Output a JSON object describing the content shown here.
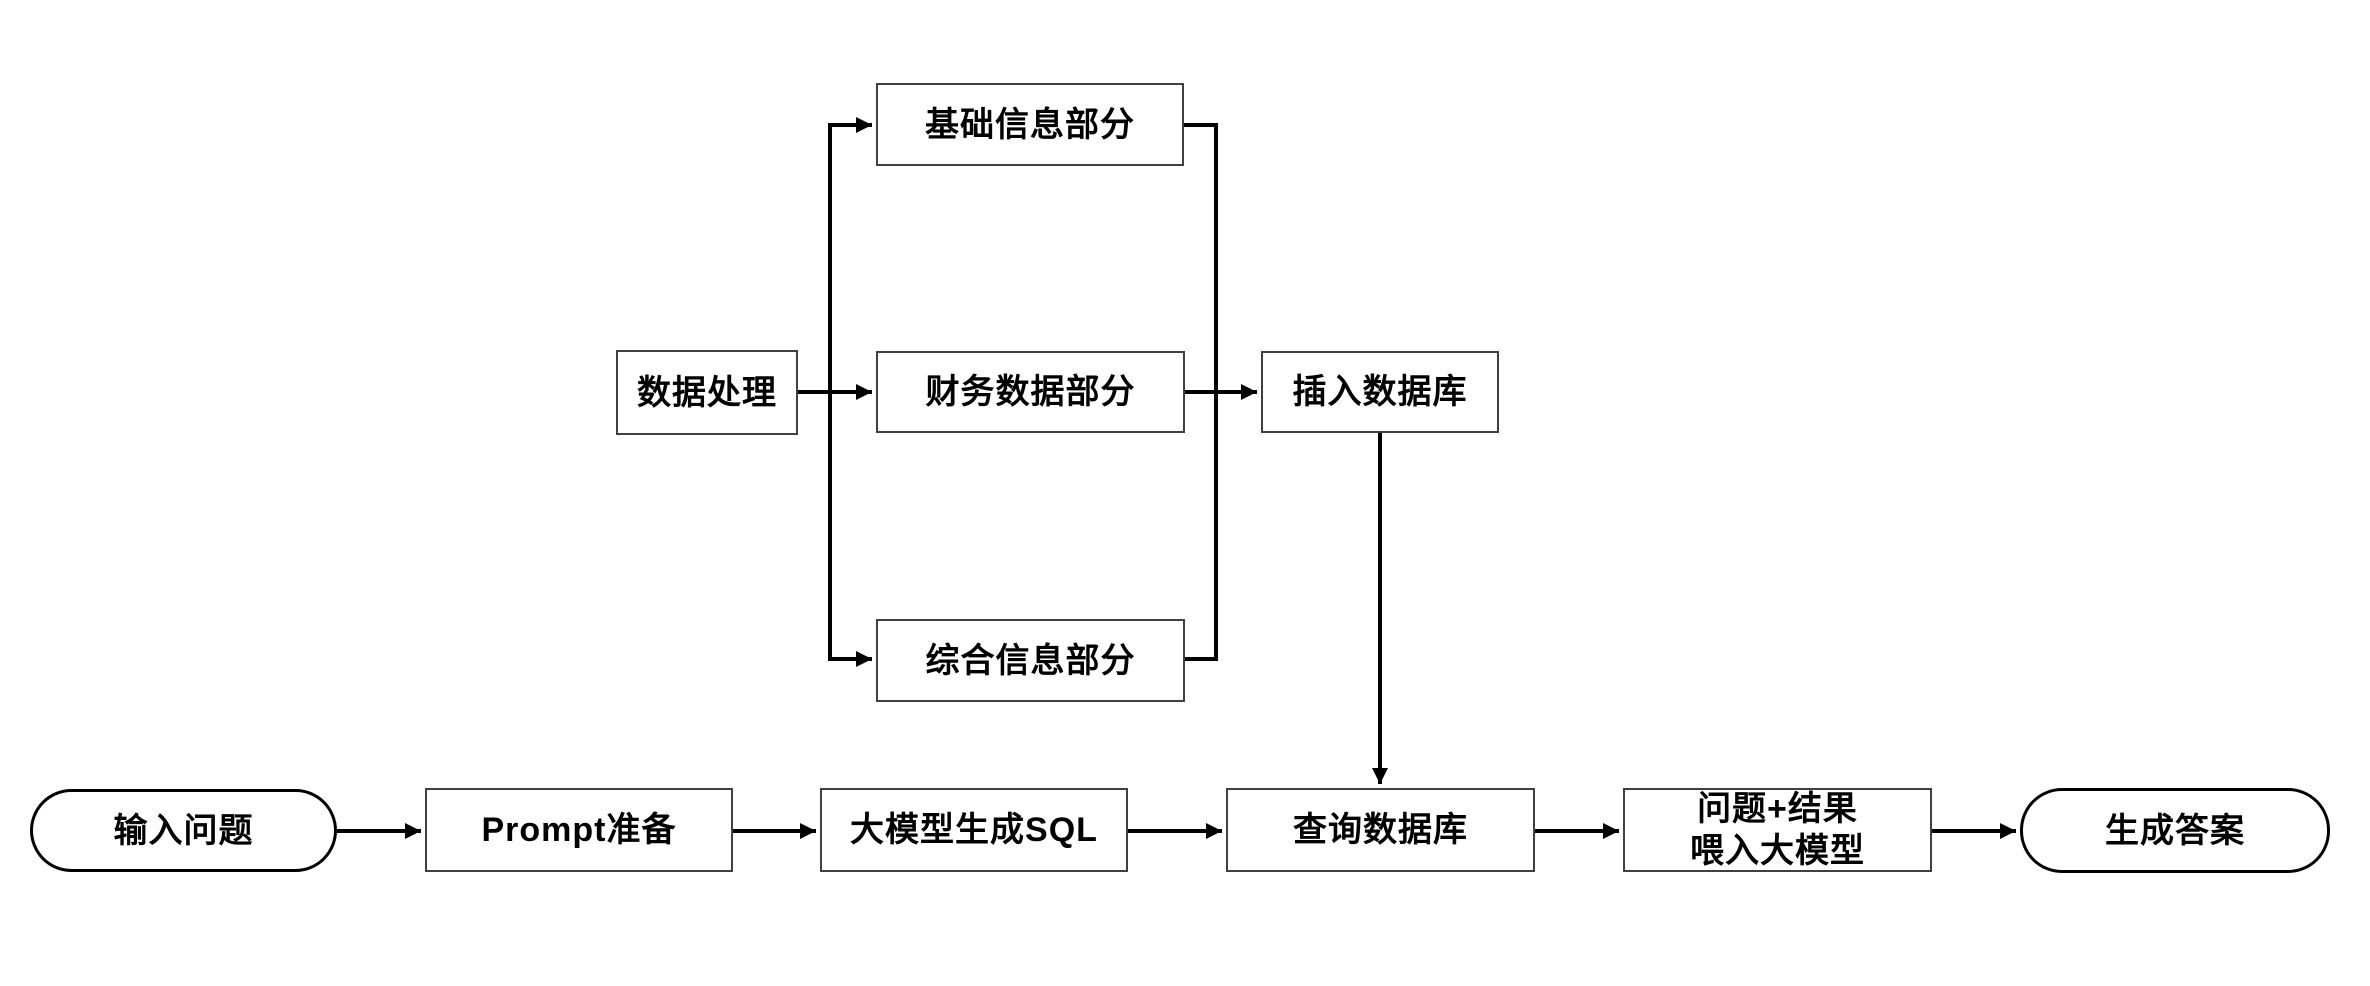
{
  "diagram": {
    "colors": {
      "background": "#ffffff",
      "connector": "#000000",
      "box_border": "#404040",
      "terminal_border": "#000000",
      "box_fill": "#ffffff",
      "text": "#000000"
    },
    "top_flow": {
      "source": "数据处理",
      "branch_basic": "基础信息部分",
      "branch_financial": "财务数据部分",
      "branch_comprehensive": "综合信息部分",
      "sink": "插入数据库"
    },
    "bottom_flow": {
      "input_question": "输入问题",
      "prompt_prep": "Prompt准备",
      "llm_generate_sql": "大模型生成SQL",
      "query_db": "查询数据库",
      "question_result_feed": "问题+结果\n喂入大模型",
      "generate_answer": "生成答案"
    }
  }
}
